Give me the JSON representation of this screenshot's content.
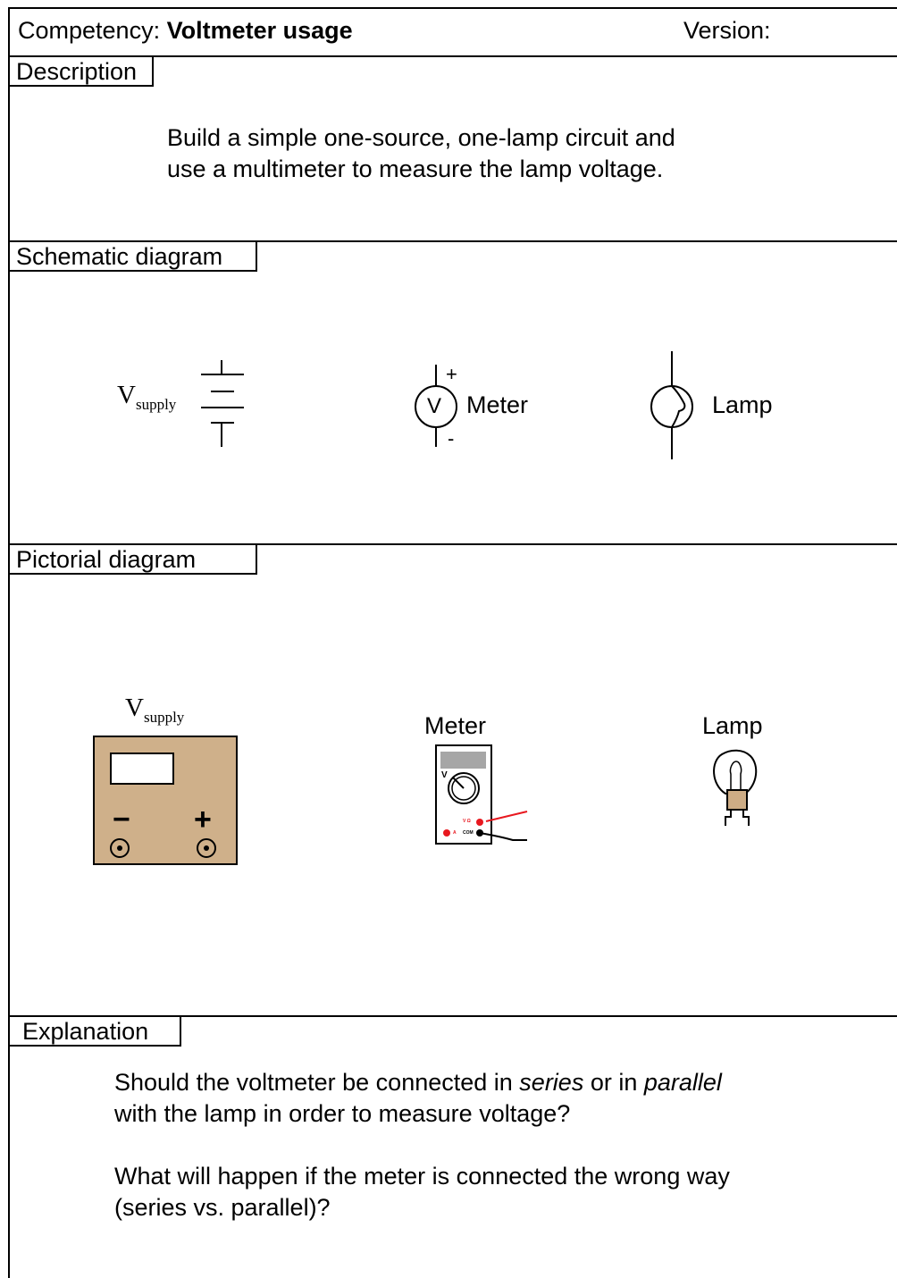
{
  "header": {
    "competency_label": "Competency:",
    "competency_value": "Voltmeter usage",
    "version_label": "Version:"
  },
  "description": {
    "heading": "Description",
    "lines": [
      "Build a simple one-source, one-lamp circuit and",
      "use a multimeter to measure the lamp voltage."
    ]
  },
  "schematic": {
    "heading": "Schematic diagram",
    "source_label_main": "V",
    "source_label_sub": "supply",
    "meter_symbol": "V",
    "meter_plus": "+",
    "meter_minus": "-",
    "meter_label": "Meter",
    "lamp_label": "Lamp"
  },
  "pictorial": {
    "heading": "Pictorial diagram",
    "source_label_main": "V",
    "source_label_sub": "supply",
    "source_minus": "−",
    "source_plus": "+",
    "meter_label": "Meter",
    "meter_dial_v": "V",
    "meter_jack_vohm": "V Ω",
    "meter_jack_a": "A",
    "meter_jack_com": "COM",
    "lamp_label": "Lamp",
    "colors": {
      "supply_case": "#cfb08a",
      "lamp_base": "#cdac85",
      "meter_display": "#a6a6a6",
      "red_lead": "#e8181f"
    }
  },
  "explanation": {
    "heading": "Explanation",
    "q1_line1_pre": "Should the voltmeter be connected in ",
    "q1_line1_em1": "series",
    "q1_line1_mid": " or in ",
    "q1_line1_em2": "parallel",
    "q1_line2": "with the lamp in order to measure voltage?",
    "q2_line1": "What will happen if the meter is connected the wrong way",
    "q2_line2": "(series vs. parallel)?"
  }
}
